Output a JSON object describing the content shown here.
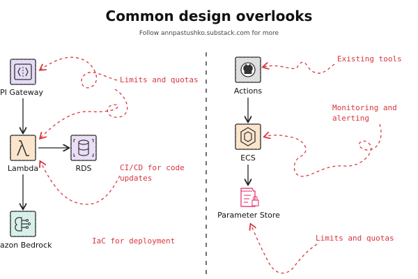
{
  "header": {
    "title": "Common design overlooks",
    "subtitle": "Follow annpastushko.substack.com for more"
  },
  "left": {
    "nodes": {
      "api_gateway": "PI Gateway",
      "lambda": "Lambda",
      "rds": "RDS",
      "bedrock": "azon Bedrock"
    },
    "annotations": {
      "limits": "Limits and quotas",
      "cicd_line1": "CI/CD for code",
      "cicd_line2": "updates",
      "iac": "IaC for deployment"
    }
  },
  "right": {
    "nodes": {
      "actions": "Actions",
      "ecs": "ECS",
      "parameter_store": "Parameter Store"
    },
    "annotations": {
      "existing_tools": "Existing tools",
      "monitoring_line1": "Monitoring and",
      "monitoring_line2": "alerting",
      "limits": "Limits and quotas"
    }
  },
  "colors": {
    "annotation": "#d9363e",
    "stroke": "#222222",
    "api_gateway_fill": "#e3d9f5",
    "lambda_fill": "#fbe3c8",
    "rds_fill": "#e9dcf6",
    "bedrock_fill": "#d4efe9",
    "github_fill": "#dcdcdc",
    "ecs_fill": "#fbe3c8",
    "param_store": "#e8457a"
  },
  "icons": [
    "api-gateway-icon",
    "lambda-icon",
    "rds-icon",
    "bedrock-icon",
    "github-actions-icon",
    "ecs-icon",
    "parameter-store-icon"
  ]
}
